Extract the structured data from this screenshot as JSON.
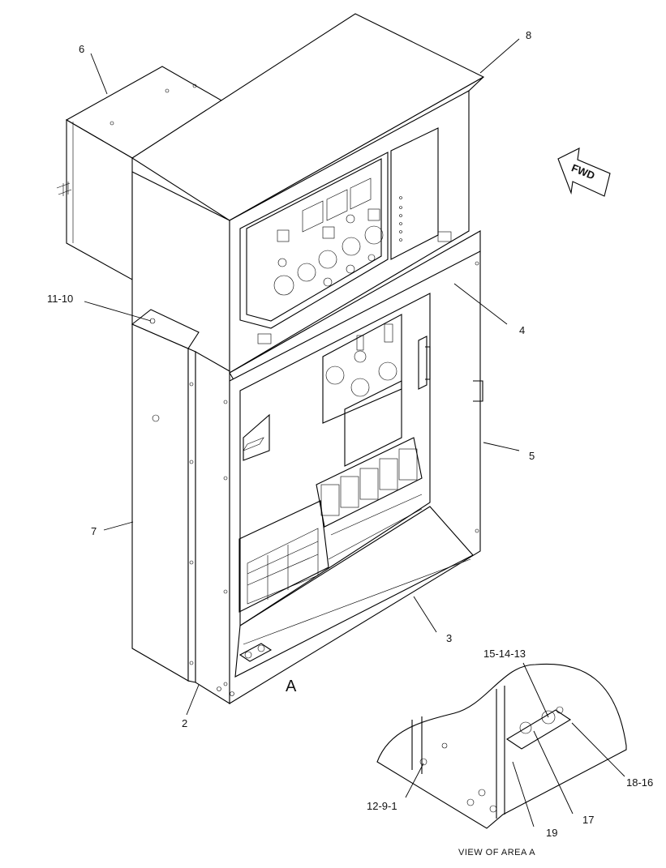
{
  "callouts": {
    "c6": "6",
    "c8": "8",
    "c11_10": "11-10",
    "c4": "4",
    "c5": "5",
    "c7": "7",
    "c3": "3",
    "c2": "2",
    "cA": "A",
    "c15_14_13": "15-14-13",
    "c18_16": "18-16",
    "c12_9_1": "12-9-1",
    "c17": "17",
    "c19": "19"
  },
  "fwd_label": "FWD",
  "view_caption": "VIEW OF AREA A"
}
